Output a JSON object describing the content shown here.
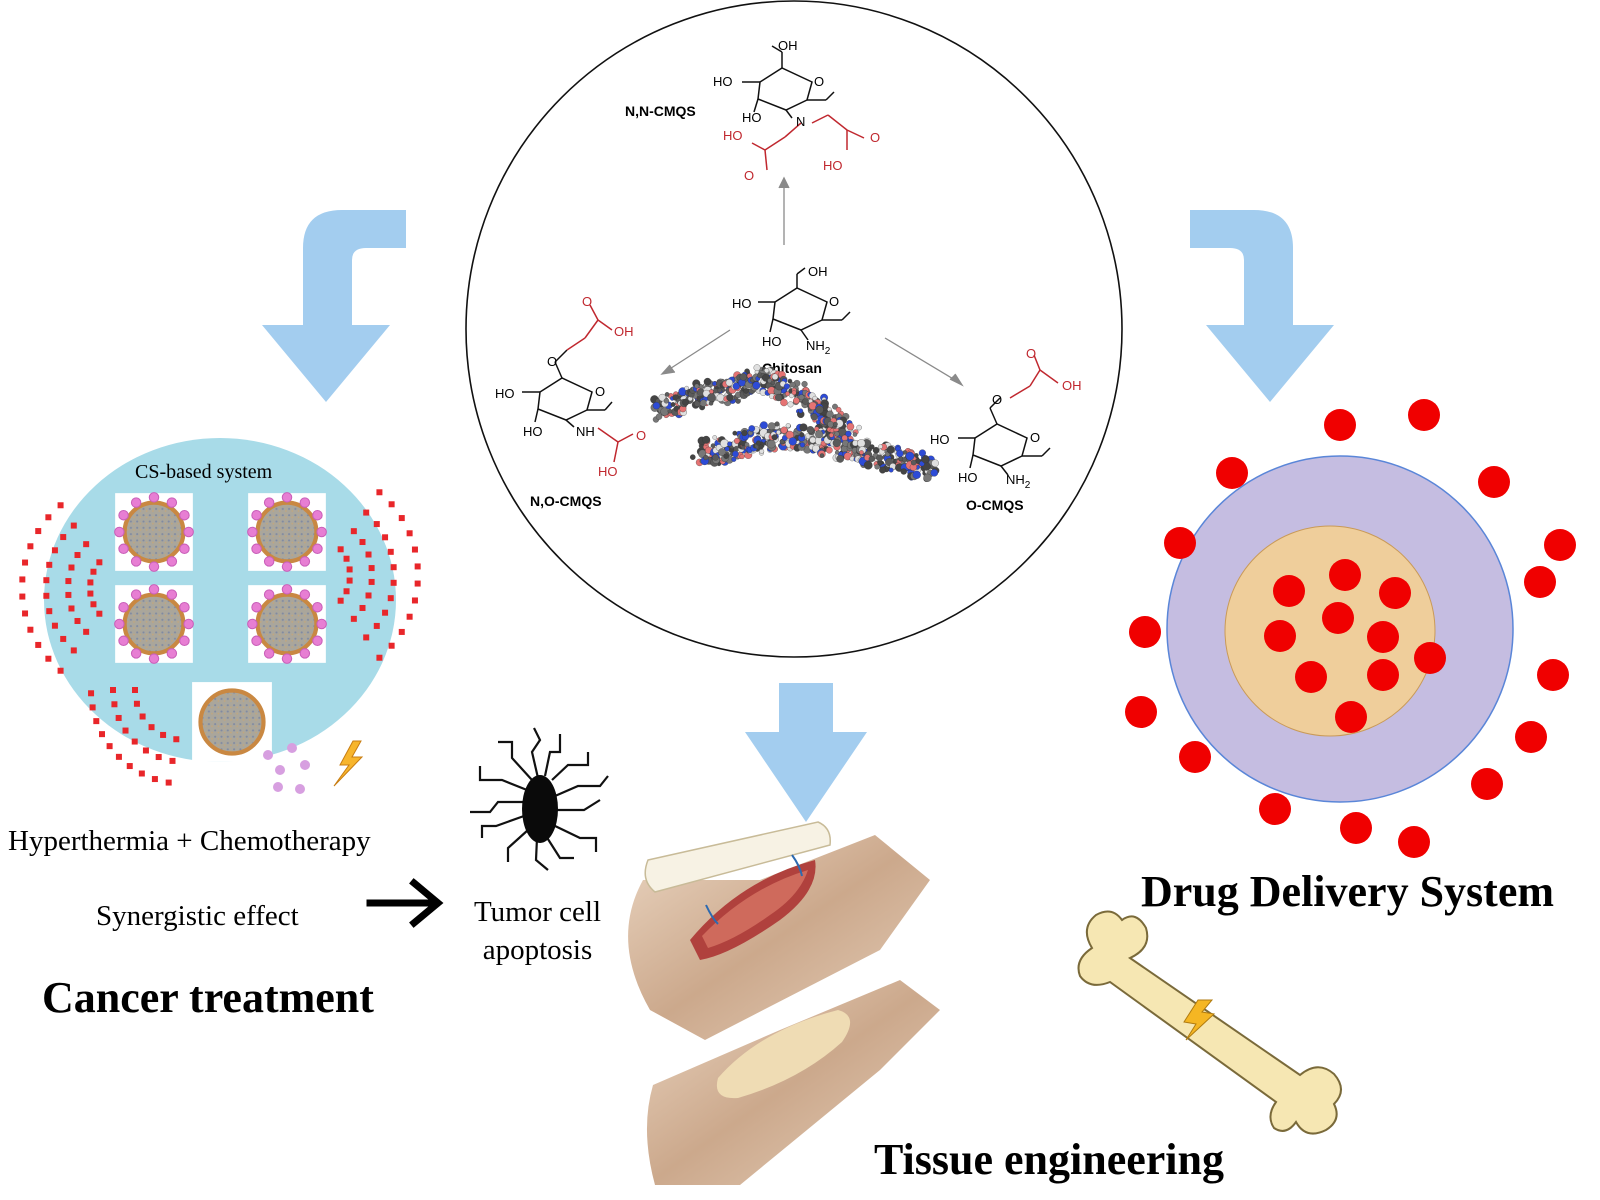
{
  "structures": {
    "nn_cmqs": "N,N-CMQS",
    "chitosan": "Chitosan",
    "no_cmqs": "N,O-CMQS",
    "o_cmqs": "O-CMQS"
  },
  "atoms": {
    "ho": "HO",
    "oh": "OH",
    "o": "O",
    "n": "N",
    "nh": "NH",
    "nh2": "NH",
    "sub2": "2"
  },
  "cancer": {
    "system_label": "CS-based system",
    "therapy": "Hyperthermia + Chemotherapy",
    "effect": "Synergistic effect",
    "result": "Tumor cell apoptosis",
    "result_line1": "Tumor cell",
    "result_line2": "apoptosis",
    "title": "Cancer treatment"
  },
  "drug": {
    "title": "Drug Delivery System"
  },
  "tissue": {
    "title": "Tissue engineering"
  },
  "colors": {
    "arrow": "#a3cdef",
    "cell": "#a8dbe8",
    "dots": "#e8262a",
    "shell": "#c5bde1",
    "core": "#efce9b",
    "nanoparticle": "#c98842",
    "bone": "#f6e7b3",
    "carboxyl": "#c0282f"
  },
  "icons": [
    "down-arrow-icon",
    "nanoparticle-icon",
    "lightning-icon",
    "tumor-cell-icon",
    "right-arrow-icon",
    "bone-icon",
    "skin-graft-icon"
  ]
}
